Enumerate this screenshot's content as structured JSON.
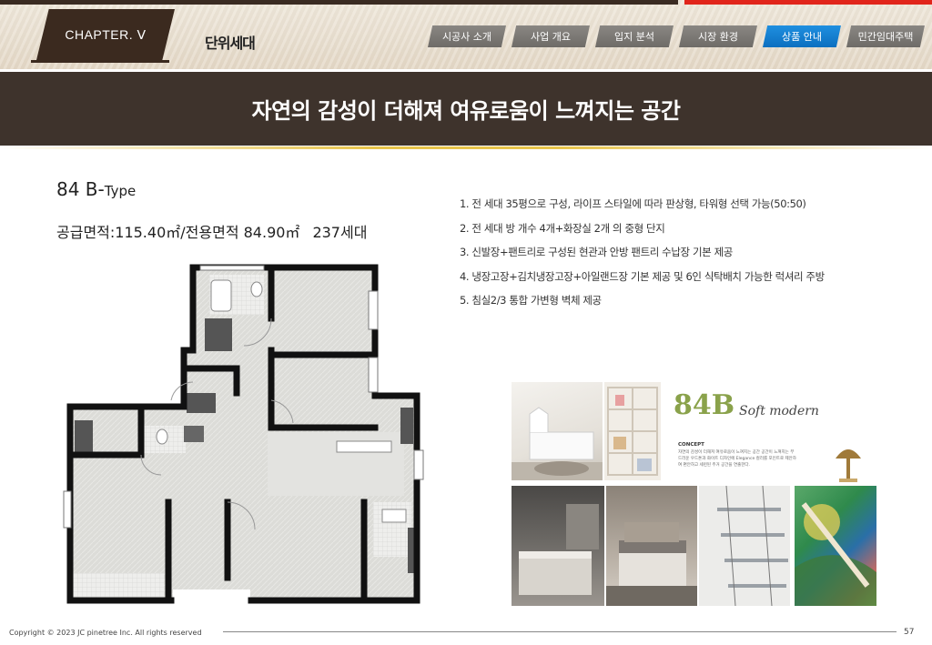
{
  "header": {
    "chapter": "CHAPTER. Ⅴ",
    "section_title": "단위세대",
    "tabs": [
      {
        "label": "시공사 소개",
        "active": false
      },
      {
        "label": "사업 개요",
        "active": false
      },
      {
        "label": "입지 분석",
        "active": false
      },
      {
        "label": "시장 환경",
        "active": false
      },
      {
        "label": "상품 안내",
        "active": true
      },
      {
        "label": "민간임대주택",
        "active": false
      }
    ],
    "accent_red": "#e1251b",
    "accent_blue": "#0c6fc0"
  },
  "hero": {
    "headline": "자연의 감성이 더해져 여유로움이 느껴지는 공간"
  },
  "unit": {
    "type_main": "84 B-",
    "type_suffix": "Type",
    "supply_area": "공급면적:115.40㎡",
    "exclusive_area": "/전용면적 84.90㎡",
    "households": "237세대"
  },
  "features": [
    "1. 전 세대 35평으로 구성, 라이프 스타일에 따라 판상형, 타워형 선택 가능(50:50)",
    "2. 전 세대 방 개수 4개+화장실 2개 의 중형 단지",
    "3. 신발장+팬트리로 구성된 현관과 안방 팬트리 수납장 기본 제공",
    "4. 냉장고장+김치냉장고장+아일랜드장 기본 제공 및 6인 식탁배치 가능한 럭셔리 주방",
    "5. 침실2/3 통합 가변형 벽체 제공"
  ],
  "moodboard": {
    "title": "84B",
    "subtitle": "Soft modern",
    "concept_title": "CONCEPT",
    "concept_body": "자연의 감성이 더해져 여유로움이 느껴지는 공간 공간이 느껴지는 부드러운 우드톤과 화이트 디자인에 Elegance 컬러를 포인트로 제안하여 편안하고 세련된 주거 공간을 연출한다.",
    "icons": [
      "kids-bed-photo",
      "shelf-photo",
      "kitchen-photo",
      "bedroom-photo",
      "wall-shelf-photo",
      "art-painting-photo",
      "mushroom-lamp-icon"
    ]
  },
  "footer": {
    "copyright": "Copyright © 2023 JC pinetree Inc. All rights reserved",
    "page_number": "57"
  }
}
